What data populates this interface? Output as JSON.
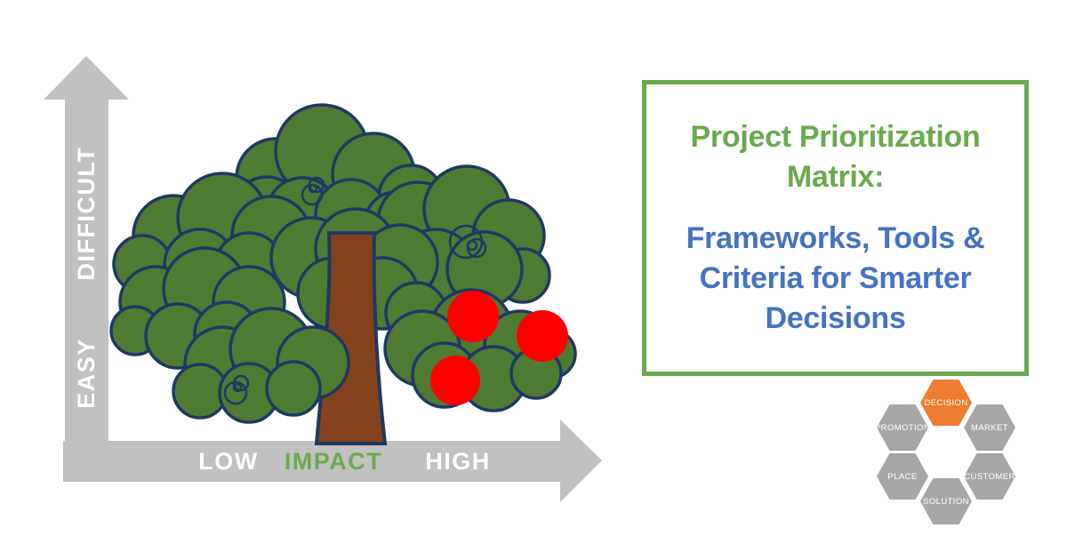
{
  "axes": {
    "vertical": {
      "top_label": "DIFFICULT",
      "bottom_label": "EASY"
    },
    "horizontal": {
      "left_label": "LOW",
      "center_label": "IMPACT",
      "right_label": "HIGH"
    }
  },
  "title_box": {
    "heading_line1": "Project Prioritization",
    "heading_line2": "Matrix:",
    "subtitle_line1": "Frameworks, Tools &",
    "subtitle_line2": "Criteria for Smarter",
    "subtitle_line3": "Decisions"
  },
  "hexagon_logo": {
    "top": "DECISION",
    "upper_left": "PROMOTION",
    "upper_right": "MARKET",
    "lower_left": "PLACE",
    "lower_right": "CUSTOMER",
    "bottom": "SOLUTION"
  },
  "tree": {
    "fruit_count": 3
  },
  "colors": {
    "accent_green": "#6AAA4E",
    "accent_blue": "#4472C4",
    "arrow_gray": "#C1C1C1",
    "label_white": "#FFFFFF",
    "leaf_green": "#4E7A32",
    "outline_navy": "#1F3864",
    "trunk_brown": "#84431C",
    "fruit_red": "#FF0000",
    "hex_gray": "#A6A6A6",
    "hex_orange": "#ED7D31"
  }
}
